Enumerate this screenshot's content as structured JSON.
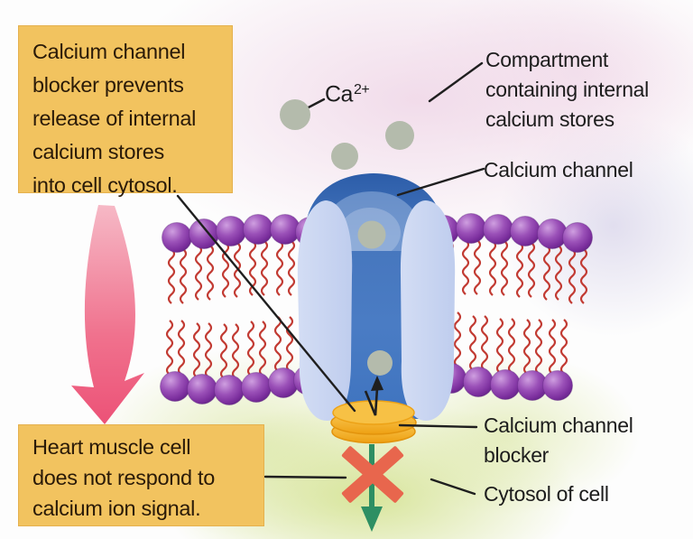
{
  "callouts": {
    "top": "Calcium channel\nblocker prevents\nrelease of internal\ncalcium stores\ninto cell cytosol.",
    "bottom": "Heart muscle cell\ndoes not respond to\ncalcium ion signal."
  },
  "labels": {
    "ca_base": "Ca",
    "ca_sup": "2+",
    "compartment": "Compartment\ncontaining internal\ncalcium stores",
    "channel": "Calcium channel",
    "blocker": "Calcium channel\nblocker",
    "cytosol": "Cytosol of cell"
  },
  "colors": {
    "callout_bg": "#f2c35f",
    "membrane_head": "#8e44ad",
    "lipid_tail": "#c23b33",
    "channel_dark": "#3567b2",
    "channel_lobe": "#c7d3f0",
    "ion_gray": "#b4bbac",
    "blocker_orange": "#f5b62c",
    "block_x": "#e8664d",
    "signal_arrow": "#2e8f63",
    "process_arrow": "#ec5277",
    "annotation_line": "#1f1f1f",
    "cytosol_bg": "#dce7ab",
    "extracellular_bg": "#eed9e8"
  }
}
